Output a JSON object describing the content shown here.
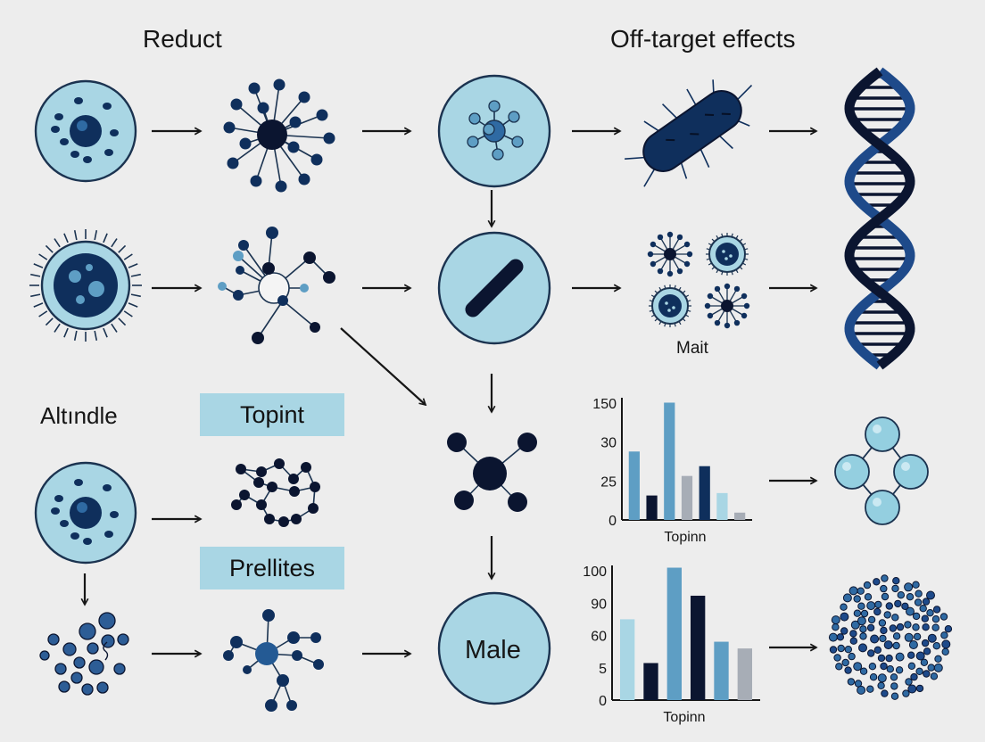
{
  "labels": {
    "reduct": "Reduct",
    "off_target": "Off-target effects",
    "altindle": "Altındle",
    "topint": "Topint",
    "prellites": "Prellites",
    "mait": "Mait",
    "male": "Male"
  },
  "colors": {
    "background": "#ededed",
    "light_blue": "#a9d6e4",
    "mid_blue": "#5e9ec4",
    "navy": "#0f2f5c",
    "dark_navy": "#0b1530",
    "grey": "#a7adb6",
    "outline": "#1b3350"
  },
  "chart_data": [
    {
      "type": "bar",
      "ytick_labels": [
        "150",
        "30",
        "25",
        "0"
      ],
      "xlabel": "Topinn",
      "values": [
        28,
        10,
        48,
        18,
        22,
        11,
        3
      ],
      "bar_colors": [
        "#5e9ec4",
        "#0b1530",
        "#5e9ec4",
        "#a7adb6",
        "#0f2f5c",
        "#a9d6e4",
        "#a7adb6"
      ],
      "ylim": [
        0,
        50
      ]
    },
    {
      "type": "bar",
      "ytick_labels": [
        "100",
        "90",
        "60",
        "5",
        "0"
      ],
      "xlabel": "Topinn",
      "values": [
        72,
        33,
        118,
        93,
        52,
        46
      ],
      "bar_colors": [
        "#a9d6e4",
        "#0b1530",
        "#5e9ec4",
        "#0b1530",
        "#5e9ec4",
        "#a7adb6"
      ],
      "ylim": [
        0,
        120
      ]
    }
  ]
}
